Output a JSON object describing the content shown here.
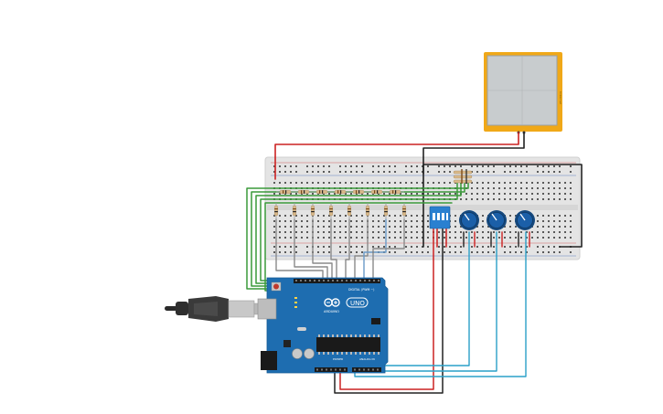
{
  "board": {
    "logo_text": "UNO",
    "brand_text": "ARDUINO",
    "digital_label": "DIGITAL (PWM ~)",
    "power_label": "POWER",
    "analog_label": "ANALOG IN"
  },
  "screen": {
    "side_label": "tinkercad"
  },
  "colors": {
    "board": "#1e6db0",
    "breadboard": "#e4e4e4",
    "screen_frame": "#f0a818",
    "screen_glass": "#c8ccce",
    "wire_red": "#cc2222",
    "wire_black": "#222222",
    "wire_green": "#3a9a3a",
    "wire_gray": "#8a8a8a",
    "wire_blue": "#2aa0c8",
    "pot": "#1b5fa8",
    "dip_switch": "#2a80d0"
  },
  "icons": {
    "usb_cable": "usb-cable-icon",
    "potentiometer": "potentiometer-icon",
    "dip_switch": "dip-switch-icon",
    "resistor": "resistor-icon"
  }
}
